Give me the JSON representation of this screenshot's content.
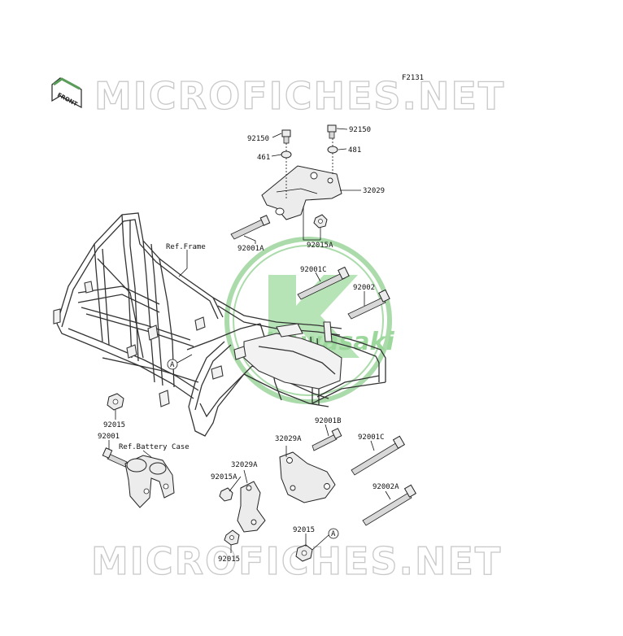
{
  "diagram": {
    "code": "F2131",
    "watermark_text": "MICROFICHES.NET",
    "front_label": "FRONT",
    "logo_text": "Kawasaki",
    "logo_color": "#3aa23a",
    "callouts": {
      "c1": "92150",
      "c2": "92150",
      "c3": "461",
      "c4": "481",
      "c5": "32029",
      "c6": "92001A",
      "c7": "92015A",
      "c8": "Ref.Frame",
      "c9": "92001C",
      "c10": "92002",
      "c11": "A",
      "c12": "92015",
      "c13": "92001",
      "c14": "Ref.Battery Case",
      "c15": "92001B",
      "c16": "32029A",
      "c17": "92001C",
      "c18": "32029A",
      "c19": "92015A",
      "c20": "92002A",
      "c21": "92015",
      "c22": "A",
      "c23": "92015"
    }
  }
}
